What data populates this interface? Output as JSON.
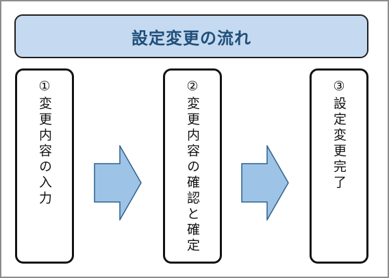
{
  "title": "設定変更の流れ",
  "steps": [
    {
      "number": "①",
      "label": "変更内容の入力"
    },
    {
      "number": "②",
      "label": "変更内容の確認と確定"
    },
    {
      "number": "③",
      "label": "設定変更完了"
    }
  ],
  "colors": {
    "title_fill": "#c5daf0",
    "title_text": "#1f4e79",
    "arrow_fill": "#9dc3e6",
    "arrow_stroke": "#2e5f8a"
  }
}
